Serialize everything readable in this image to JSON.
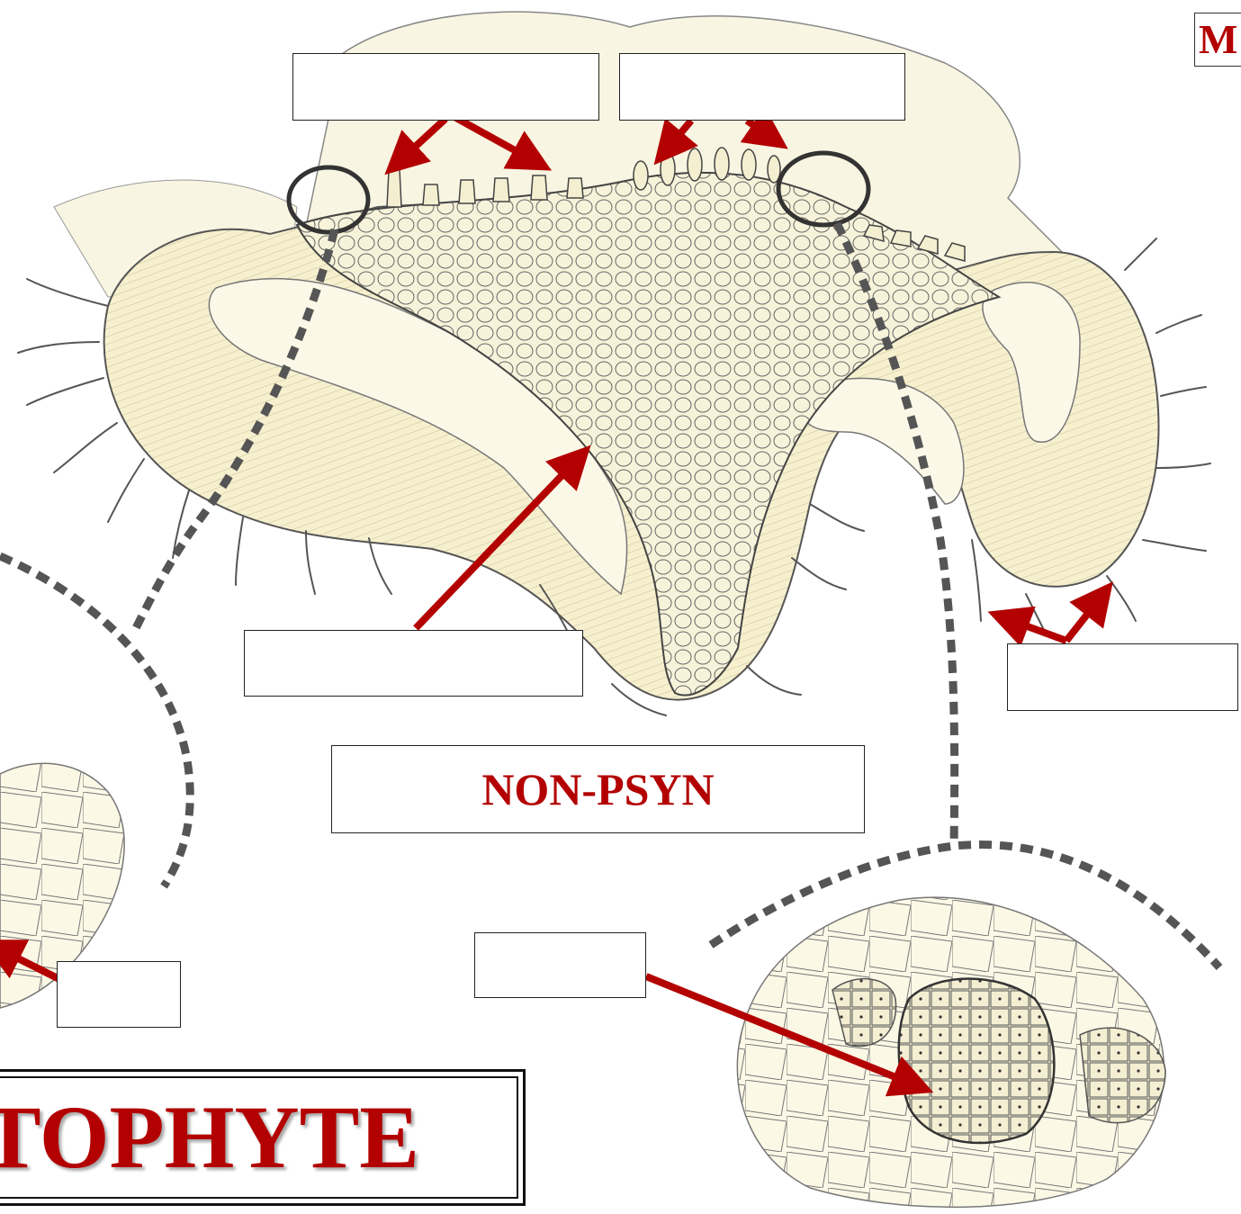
{
  "corner_label": "M",
  "labels": {
    "non_psyn": "NON-PSYN"
  },
  "title": "TOPHYTE",
  "colors": {
    "accent_red": "#b30000",
    "tissue_fill": "#f6f1d2",
    "cell_line": "#555555",
    "dashed_line": "#555555"
  }
}
